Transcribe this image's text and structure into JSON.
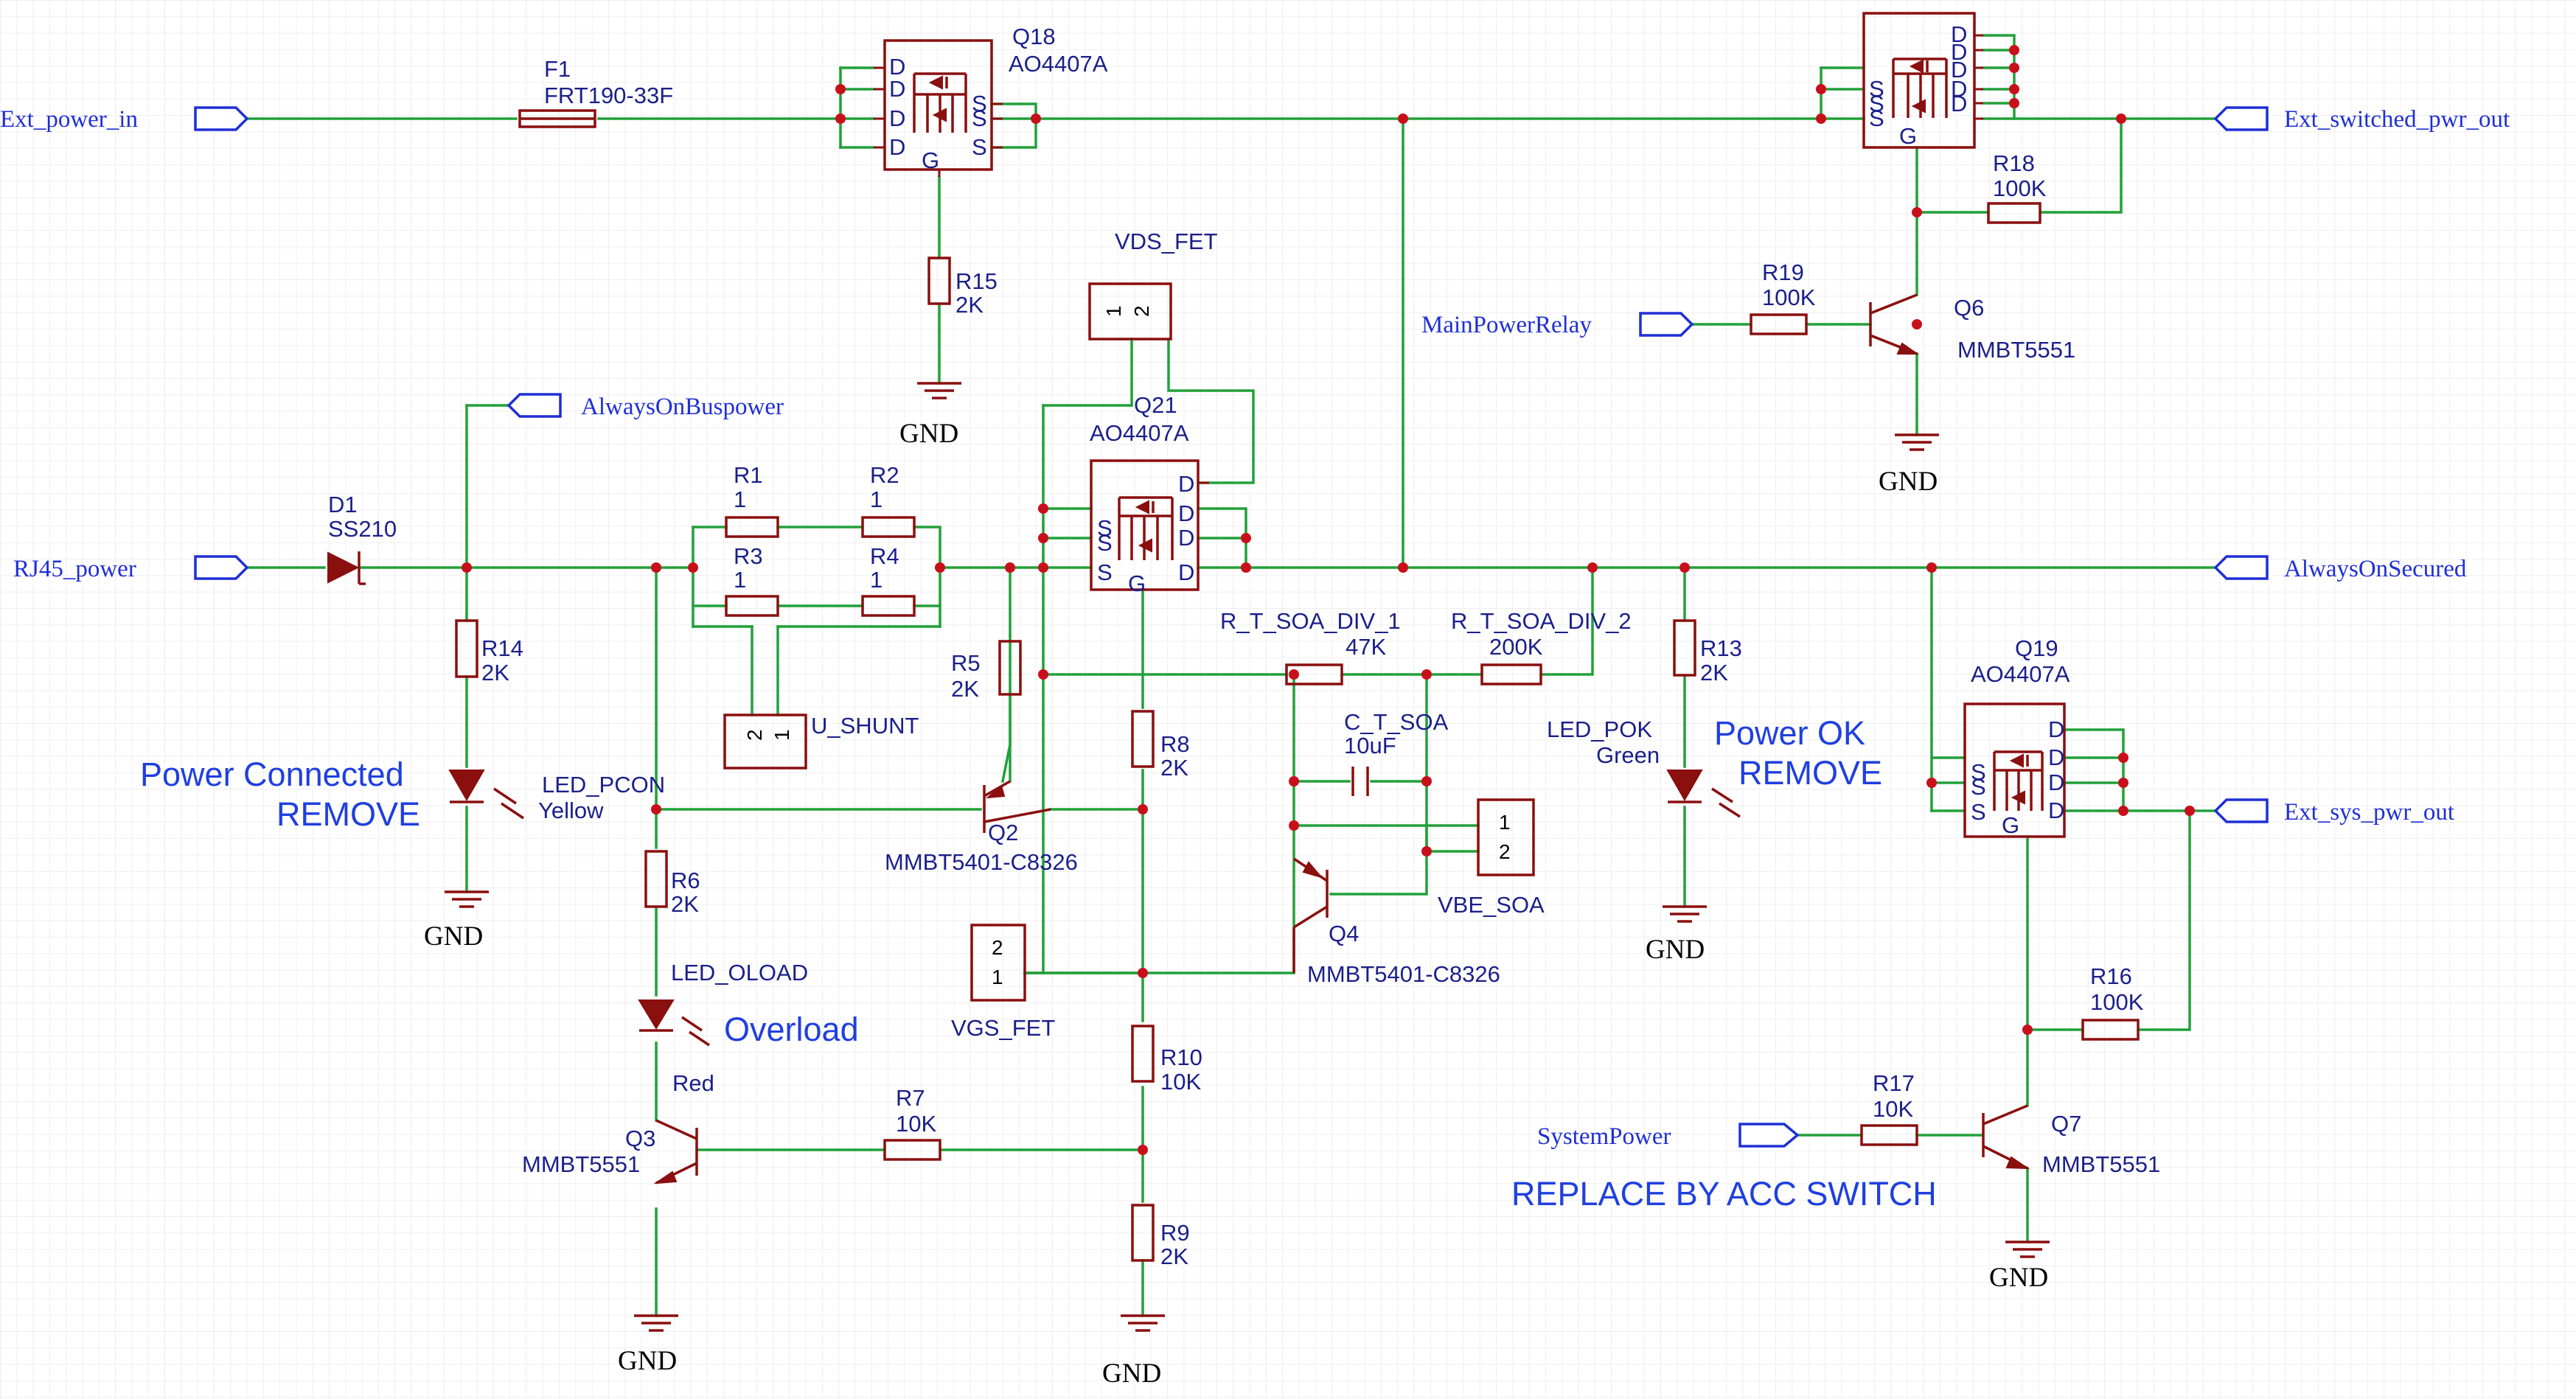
{
  "colors": {
    "wire": "#22a03a",
    "part": "#8a0f0f",
    "port": "#1f2fd6",
    "junction": "#c8101a",
    "annotation": "#1f3fe0"
  },
  "ports": {
    "ext_power_in": "Ext_power_in",
    "ext_switched_pwr_out": "Ext_switched_pwr_out",
    "always_on_bus_power": "AlwaysOnBuspower",
    "rj45_power": "RJ45_power",
    "always_on_secured": "AlwaysOnSecured",
    "main_power_relay": "MainPowerRelay",
    "ext_sys_pwr_out": "Ext_sys_pwr_out",
    "system_power": "SystemPower"
  },
  "parts": {
    "f1": {
      "ref": "F1",
      "value": "FRT190-33F"
    },
    "q18": {
      "ref": "Q18",
      "value": "AO4407A"
    },
    "q21": {
      "ref": "Q21",
      "value": "AO4407A"
    },
    "q19": {
      "ref": "Q19",
      "value": "AO4407A"
    },
    "r15": {
      "ref": "R15",
      "value": "2K"
    },
    "r18": {
      "ref": "R18",
      "value": "100K"
    },
    "r19": {
      "ref": "R19",
      "value": "100K"
    },
    "q6": {
      "ref": "Q6",
      "value": "MMBT5551"
    },
    "vds_fet": {
      "ref": "VDS_FET"
    },
    "d1": {
      "ref": "D1",
      "value": "SS210"
    },
    "r1": {
      "ref": "R1",
      "value": "1"
    },
    "r2": {
      "ref": "R2",
      "value": "1"
    },
    "r3": {
      "ref": "R3",
      "value": "1"
    },
    "r4": {
      "ref": "R4",
      "value": "1"
    },
    "u_shunt": {
      "ref": "U_SHUNT"
    },
    "r14": {
      "ref": "R14",
      "value": "2K"
    },
    "led_pcon": {
      "ref": "LED_PCON",
      "value": "Yellow"
    },
    "r6": {
      "ref": "R6",
      "value": "2K"
    },
    "led_oload": {
      "ref": "LED_OLOAD",
      "value": "Red"
    },
    "q3": {
      "ref": "Q3",
      "value": "MMBT5551"
    },
    "r7": {
      "ref": "R7",
      "value": "10K"
    },
    "r5": {
      "ref": "R5",
      "value": "2K"
    },
    "q2": {
      "ref": "Q2",
      "value": "MMBT5401-C8326"
    },
    "vgs_fet": {
      "ref": "VGS_FET"
    },
    "r8": {
      "ref": "R8",
      "value": "2K"
    },
    "r10": {
      "ref": "R10",
      "value": "10K"
    },
    "r9": {
      "ref": "R9",
      "value": "2K"
    },
    "r_t_soa_div_1": {
      "ref": "R_T_SOA_DIV_1",
      "value": "47K"
    },
    "r_t_soa_div_2": {
      "ref": "R_T_SOA_DIV_2",
      "value": "200K"
    },
    "c_t_soa": {
      "ref": "C_T_SOA",
      "value": "10uF"
    },
    "vbe_soa": {
      "ref": "VBE_SOA"
    },
    "q4": {
      "ref": "Q4",
      "value": "MMBT5401-C8326"
    },
    "r13": {
      "ref": "R13",
      "value": "2K"
    },
    "led_pok": {
      "ref": "LED_POK",
      "value": "Green"
    },
    "r16": {
      "ref": "R16",
      "value": "100K"
    },
    "r17": {
      "ref": "R17",
      "value": "10K"
    },
    "q7": {
      "ref": "Q7",
      "value": "MMBT5551"
    }
  },
  "gnd_label": "GND",
  "pin_letters": {
    "drain": "D",
    "source": "S",
    "gate": "G"
  },
  "pin_numbers": {
    "one": "1",
    "two": "2"
  },
  "annotations": {
    "power_connected": "Power Connected",
    "remove_1": "REMOVE",
    "overload": "Overload",
    "power_ok": "Power OK",
    "remove_2": "REMOVE",
    "replace_by_acc": "REPLACE BY ACC SWITCH"
  }
}
